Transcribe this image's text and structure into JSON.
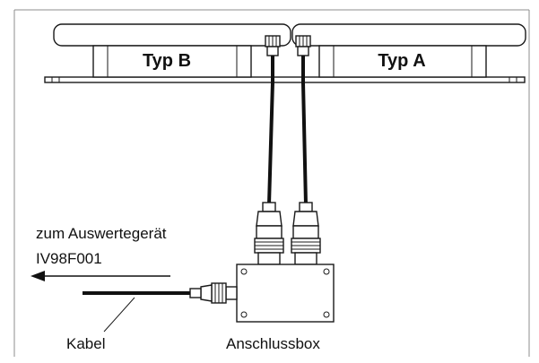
{
  "diagram": {
    "sensor_b_label": "Typ B",
    "sensor_a_label": "Typ A",
    "destination_line1": "zum Auswertegerät",
    "destination_line2": "IV98F001",
    "cable_label": "Kabel",
    "box_label": "Anschlussbox"
  }
}
